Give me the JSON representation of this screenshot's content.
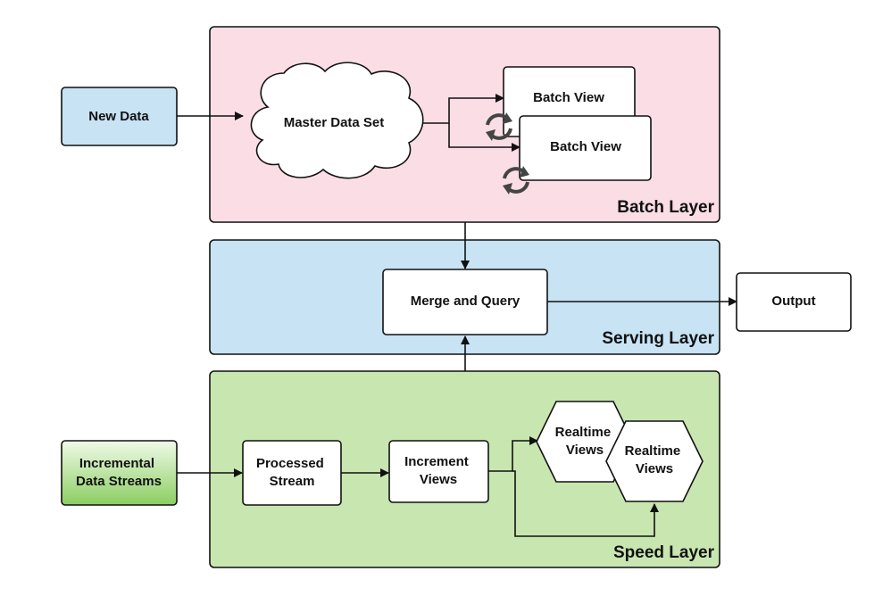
{
  "diagram": {
    "colors": {
      "batch_layer_fill": "#fbdde6",
      "serving_layer_fill": "#c7e3f4",
      "speed_layer_fill": "#c8e6b0",
      "new_data_fill": "#c7e3f4",
      "incremental_fill_top": "#f0fae8",
      "incremental_fill_bottom": "#8cce62",
      "box_fill": "#ffffff",
      "stroke": "#111111",
      "refresh_icon": "#444444"
    },
    "layers": {
      "batch": "Batch Layer",
      "serving": "Serving Layer",
      "speed": "Speed Layer"
    },
    "nodes": {
      "new_data": "New Data",
      "master_data_set": "Master Data Set",
      "batch_view_1": "Batch View",
      "batch_view_2": "Batch View",
      "merge_and_query": "Merge and Query",
      "output": "Output",
      "incremental_data_streams": [
        "Incremental",
        "Data Streams"
      ],
      "processed_stream": [
        "Processed",
        "Stream"
      ],
      "increment_views": [
        "Increment",
        "Views"
      ],
      "realtime_views_1": [
        "Realtime",
        "Views"
      ],
      "realtime_views_2": [
        "Realtime",
        "Views"
      ]
    },
    "icons": {
      "batch_view_1_recompute": "refresh-icon",
      "batch_view_2_recompute": "refresh-icon"
    }
  }
}
